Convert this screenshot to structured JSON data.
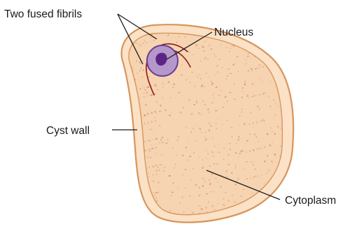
{
  "labels": {
    "fibrils": "Two fused fibrils",
    "nucleus": "Nucleus",
    "cyst_wall": "Cyst wall",
    "cytoplasm": "Cytoplasm"
  },
  "colors": {
    "wall_outer": "#fbe1c6",
    "wall_stroke": "#d8955c",
    "cytoplasm_fill": "#f6d4b1",
    "granule": "#d99a72",
    "fibril": "#8e1a1a",
    "nucleus_fill": "#b598cb",
    "nucleus_stroke": "#6a3f93",
    "nucleolus": "#5c2585",
    "leader": "#1a1a1a"
  }
}
